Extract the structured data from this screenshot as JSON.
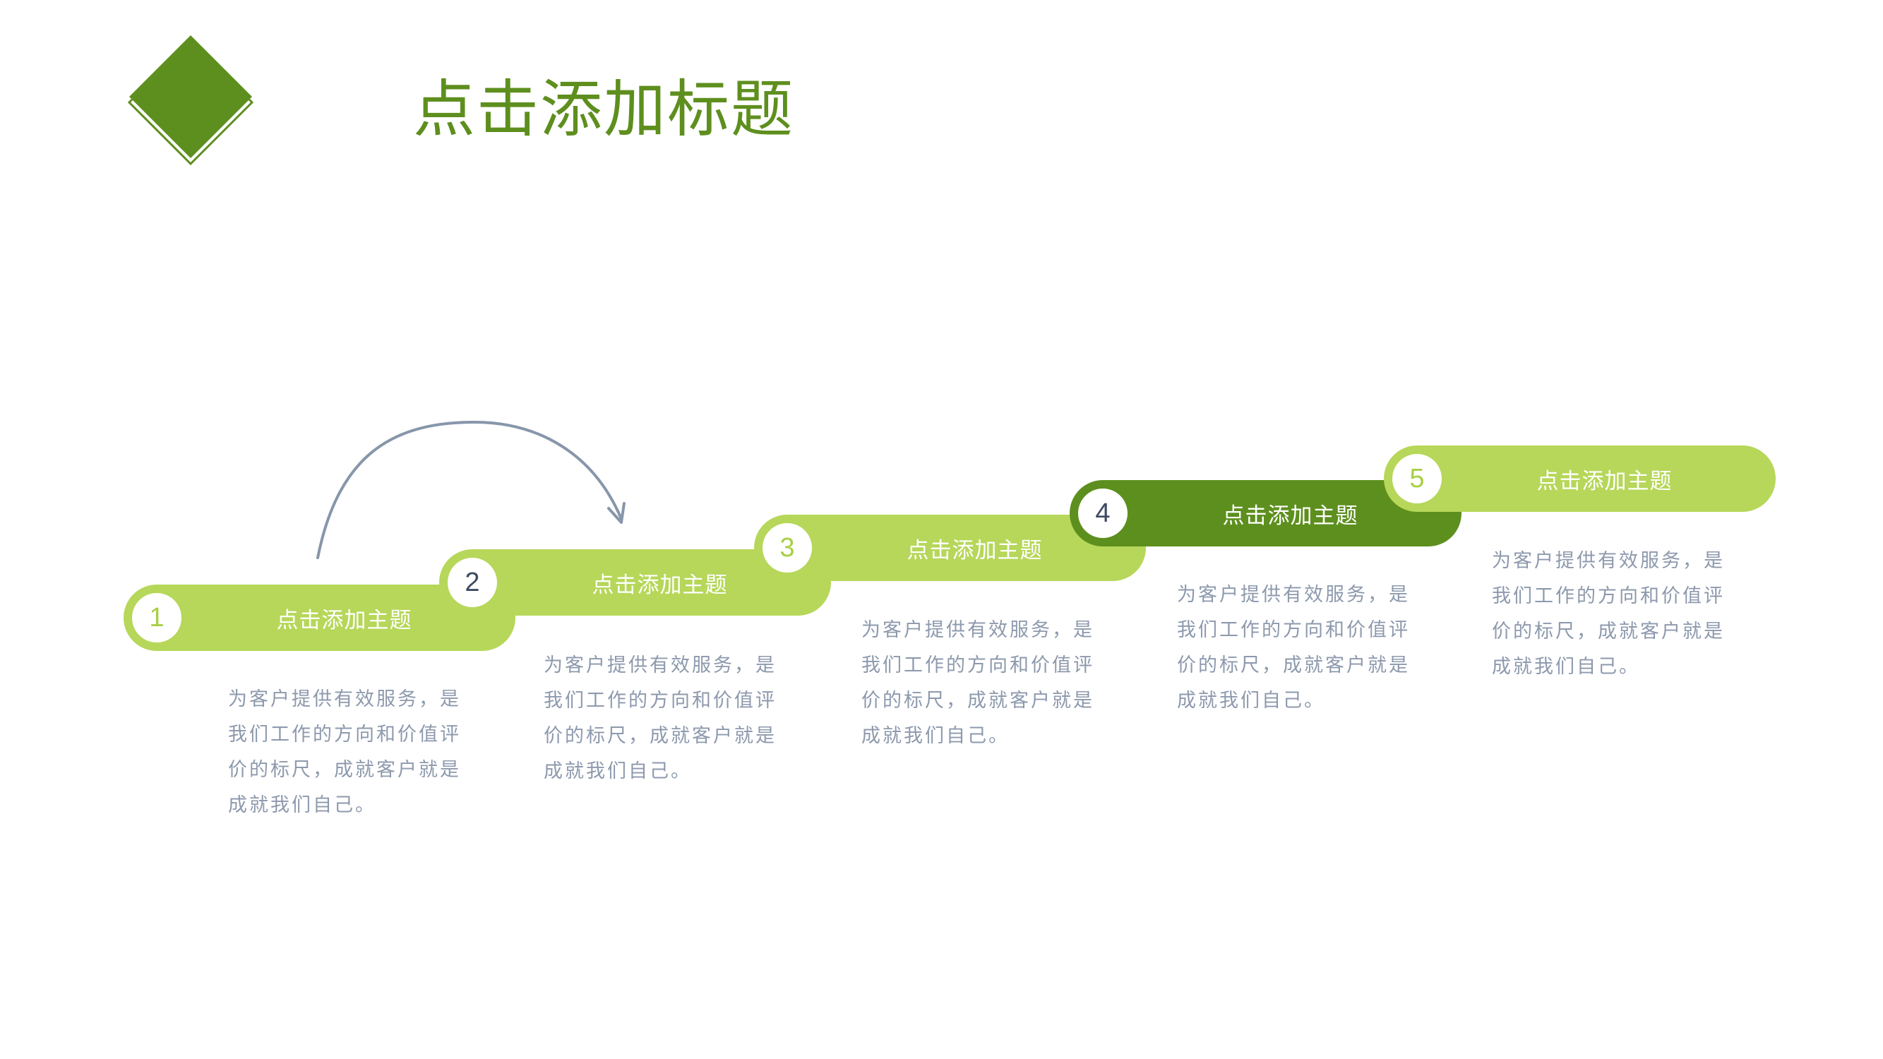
{
  "title": "点击添加标题",
  "colors": {
    "dark_green": "#5d8f1e",
    "light_green": "#b6d759",
    "arrow": "#8796aa",
    "body_text": "#8d99ad"
  },
  "logo": {
    "icon": "stacked-diamond-icon"
  },
  "arrow": {
    "icon": "curved-arrow-icon"
  },
  "steps": [
    {
      "number": "1",
      "label": "点击添加主题",
      "desc_lines": [
        "为客户提供有效服务，是",
        "我们工作的方向和价值评",
        "价的标尺，成就客户就是",
        "成就我们自己。"
      ]
    },
    {
      "number": "2",
      "label": "点击添加主题",
      "desc_lines": [
        "为客户提供有效服务，是",
        "我们工作的方向和价值评",
        "价的标尺，成就客户就是",
        "成就我们自己。"
      ]
    },
    {
      "number": "3",
      "label": "点击添加主题",
      "desc_lines": [
        "为客户提供有效服务，是",
        "我们工作的方向和价值评",
        "价的标尺，成就客户就是",
        "成就我们自己。"
      ]
    },
    {
      "number": "4",
      "label": "点击添加主题",
      "desc_lines": [
        "为客户提供有效服务，是",
        "我们工作的方向和价值评",
        "价的标尺，成就客户就是",
        "成就我们自己。"
      ]
    },
    {
      "number": "5",
      "label": "点击添加主题",
      "desc_lines": [
        "为客户提供有效服务，是",
        "我们工作的方向和价值评",
        "价的标尺，成就客户就是",
        "成就我们自己。"
      ]
    }
  ]
}
